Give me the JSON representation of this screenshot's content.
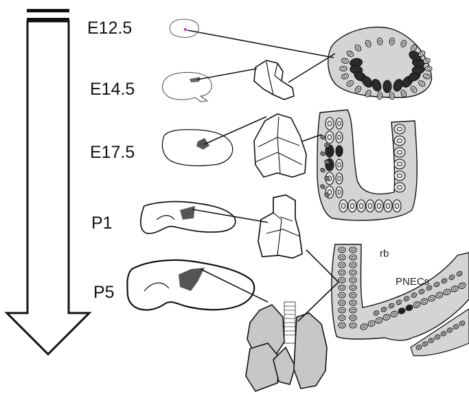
{
  "stages": [
    "E12.5",
    "E14.5",
    "E17.5",
    "P1",
    "P5"
  ],
  "annotations": {
    "rb": "rb",
    "pnecs": "PNECs"
  },
  "colors": {
    "outline": "#111111",
    "tissue_gray": "#d4d4d4",
    "lung_gray": "#c7c7c7",
    "marker_dark": "#2b2b2b",
    "region_gray": "#666666",
    "e12_dot": "#cc33cc"
  }
}
